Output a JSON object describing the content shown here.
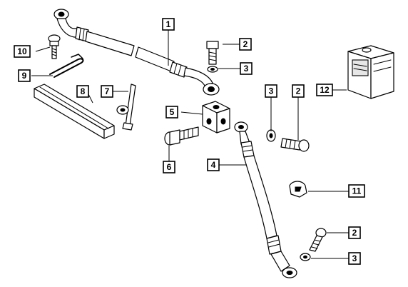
{
  "callouts": [
    {
      "id": "c1",
      "label": "1"
    },
    {
      "id": "c2a",
      "label": "2"
    },
    {
      "id": "c3a",
      "label": "3"
    },
    {
      "id": "c3b",
      "label": "3"
    },
    {
      "id": "c2b",
      "label": "2"
    },
    {
      "id": "c12",
      "label": "12"
    },
    {
      "id": "c10",
      "label": "10"
    },
    {
      "id": "c9",
      "label": "9"
    },
    {
      "id": "c8",
      "label": "8"
    },
    {
      "id": "c7",
      "label": "7"
    },
    {
      "id": "c5",
      "label": "5"
    },
    {
      "id": "c6",
      "label": "6"
    },
    {
      "id": "c4",
      "label": "4"
    },
    {
      "id": "c11",
      "label": "11"
    },
    {
      "id": "c2c",
      "label": "2"
    },
    {
      "id": "c3c",
      "label": "3"
    }
  ],
  "colors": {
    "ink": "#000000",
    "paper": "#ffffff"
  }
}
